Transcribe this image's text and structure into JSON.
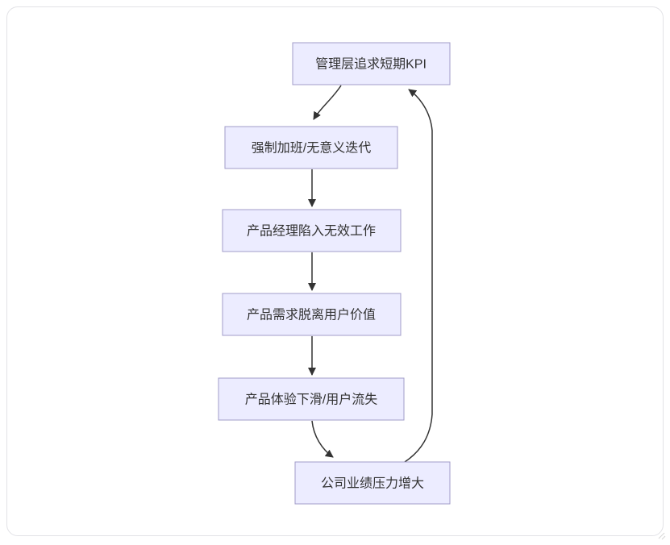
{
  "diagram": {
    "type": "flowchart",
    "direction": "top-down",
    "nodes": [
      {
        "id": "A",
        "label": "管理层追求短期KPI"
      },
      {
        "id": "B",
        "label": "强制加班/无意义迭代"
      },
      {
        "id": "C",
        "label": "产品经理陷入无效工作"
      },
      {
        "id": "D",
        "label": "产品需求脱离用户价值"
      },
      {
        "id": "E",
        "label": "产品体验下滑/用户流失"
      },
      {
        "id": "F",
        "label": "公司业绩压力增大"
      }
    ],
    "edges": [
      {
        "from": "管理层追求短期KPI",
        "to": "强制加班/无意义迭代"
      },
      {
        "from": "强制加班/无意义迭代",
        "to": "产品经理陷入无效工作"
      },
      {
        "from": "产品经理陷入无效工作",
        "to": "产品需求脱离用户价值"
      },
      {
        "from": "产品需求脱离用户价值",
        "to": "产品体验下滑/用户流失"
      },
      {
        "from": "产品体验下滑/用户流失",
        "to": "公司业绩压力增大"
      },
      {
        "from": "公司业绩压力增大",
        "to": "管理层追求短期KPI"
      }
    ],
    "colors": {
      "node_fill": "#ECECFF",
      "node_border": "#a29cc8",
      "edge": "#333333",
      "text": "#333333",
      "card_border": "#e2e2e6",
      "background": "#ffffff"
    }
  }
}
